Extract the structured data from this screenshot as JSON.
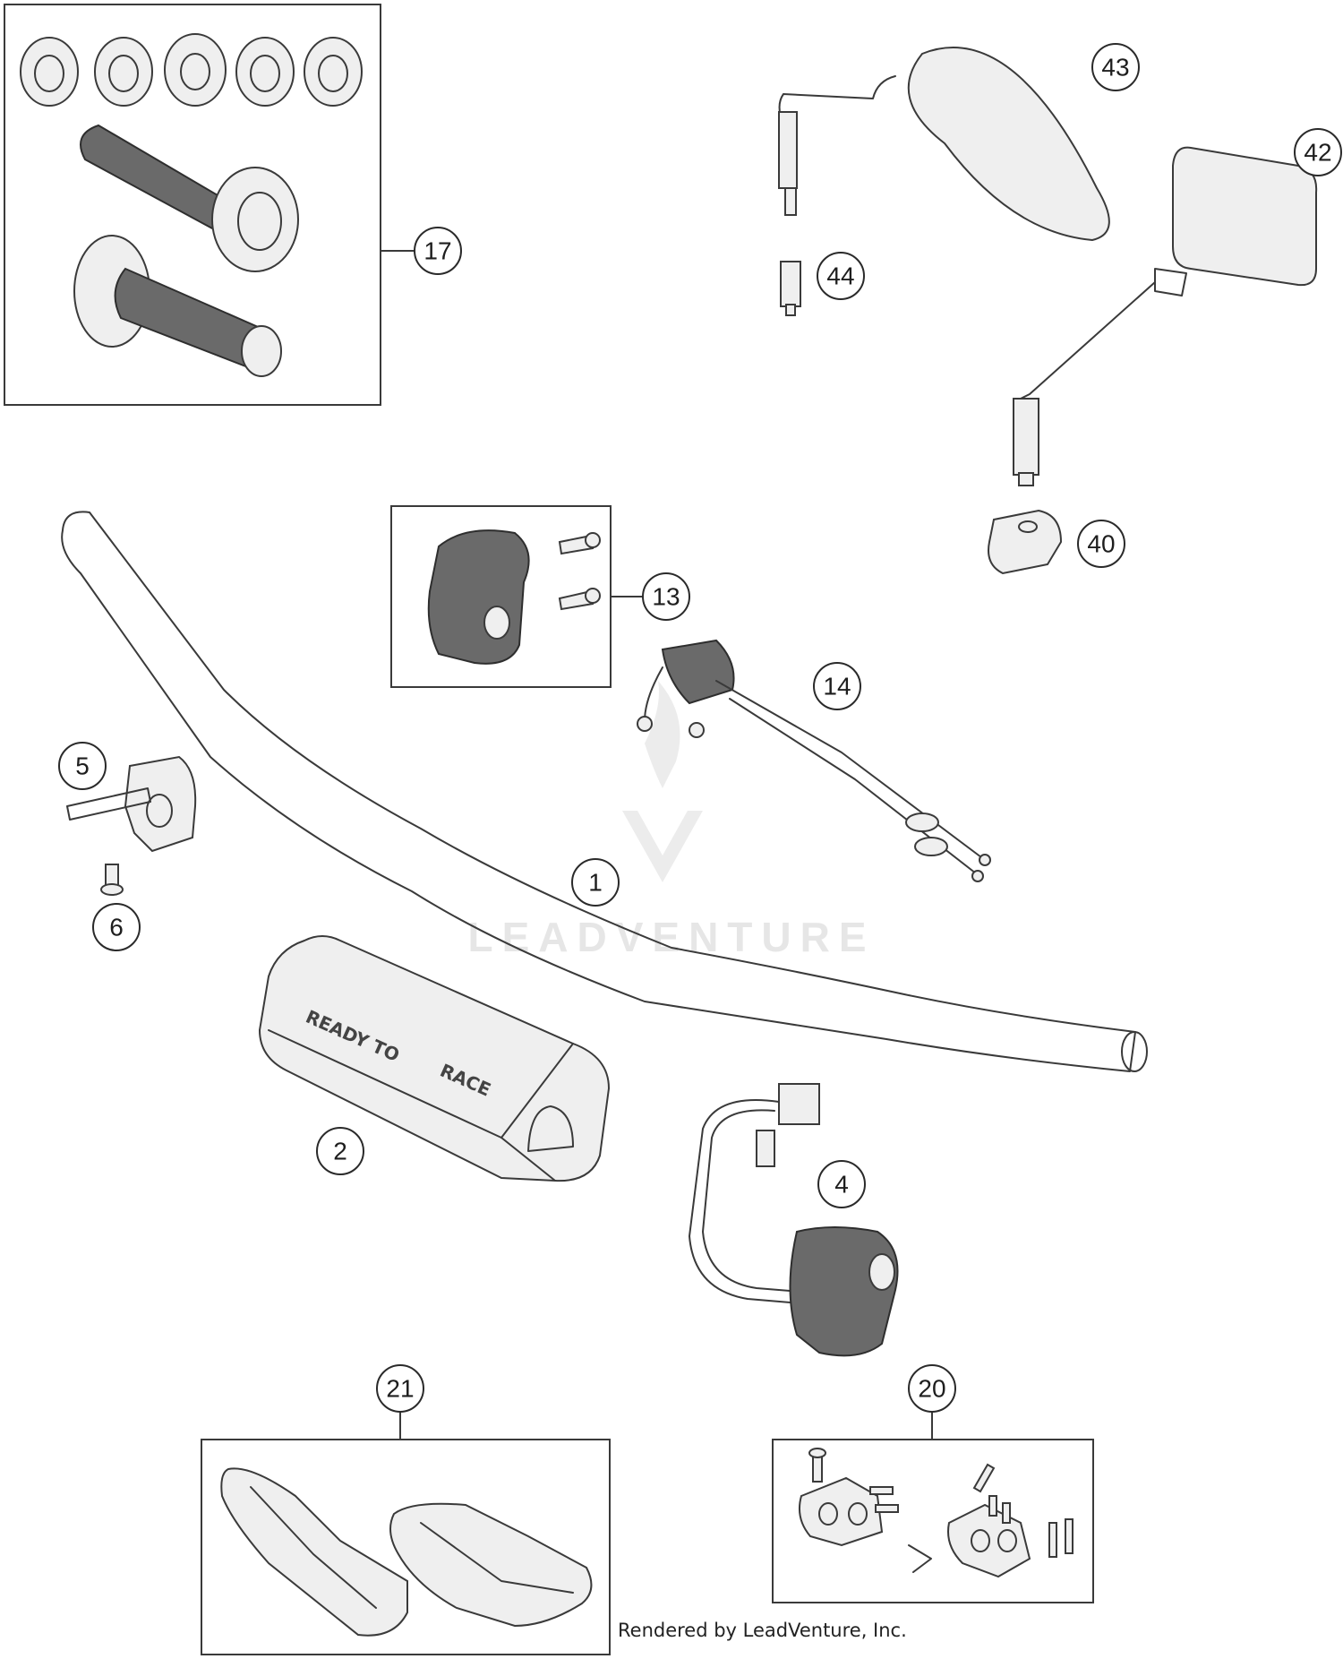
{
  "footer": {
    "credit": "Rendered by LeadVenture, Inc."
  },
  "watermark": {
    "text": "LEADVENTURE"
  },
  "pad_print": {
    "left": "READY TO",
    "right": "RACE"
  },
  "callouts": [
    {
      "id": "callout-1",
      "label": "1"
    },
    {
      "id": "callout-2",
      "label": "2"
    },
    {
      "id": "callout-4",
      "label": "4"
    },
    {
      "id": "callout-5",
      "label": "5"
    },
    {
      "id": "callout-6",
      "label": "6"
    },
    {
      "id": "callout-13",
      "label": "13"
    },
    {
      "id": "callout-14",
      "label": "14"
    },
    {
      "id": "callout-17",
      "label": "17"
    },
    {
      "id": "callout-20",
      "label": "20"
    },
    {
      "id": "callout-21",
      "label": "21"
    },
    {
      "id": "callout-40",
      "label": "40"
    },
    {
      "id": "callout-42",
      "label": "42"
    },
    {
      "id": "callout-43",
      "label": "43"
    },
    {
      "id": "callout-44",
      "label": "44"
    }
  ]
}
